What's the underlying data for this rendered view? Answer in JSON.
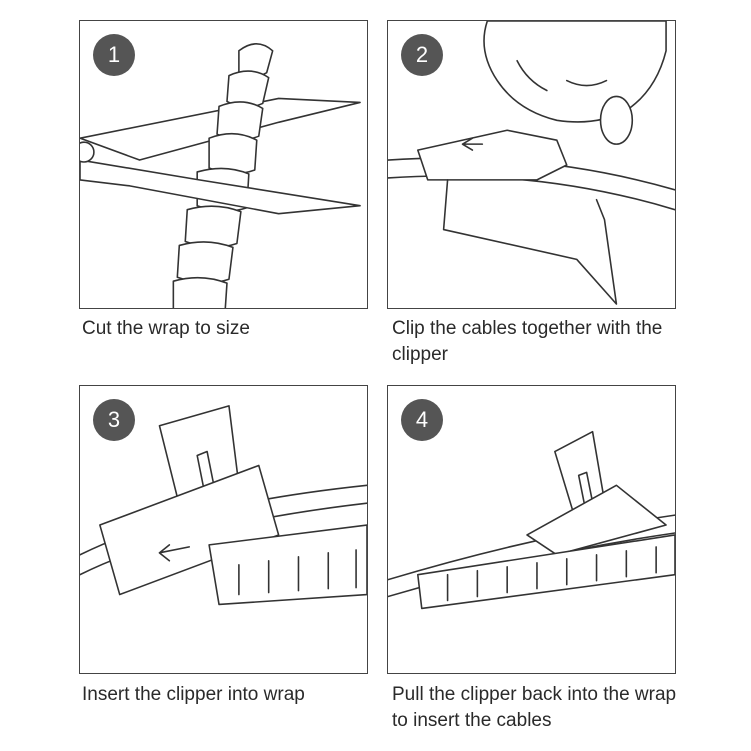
{
  "steps": [
    {
      "number": "1",
      "caption": "Cut the wrap to size"
    },
    {
      "number": "2",
      "caption": "Clip the cables together with the clipper"
    },
    {
      "number": "3",
      "caption": "Insert the clipper into wrap"
    },
    {
      "number": "4",
      "caption": "Pull the clipper back into the wrap to insert the cables"
    }
  ],
  "colors": {
    "badge": "#555555",
    "line": "#333333",
    "text": "#2a2a2a"
  }
}
